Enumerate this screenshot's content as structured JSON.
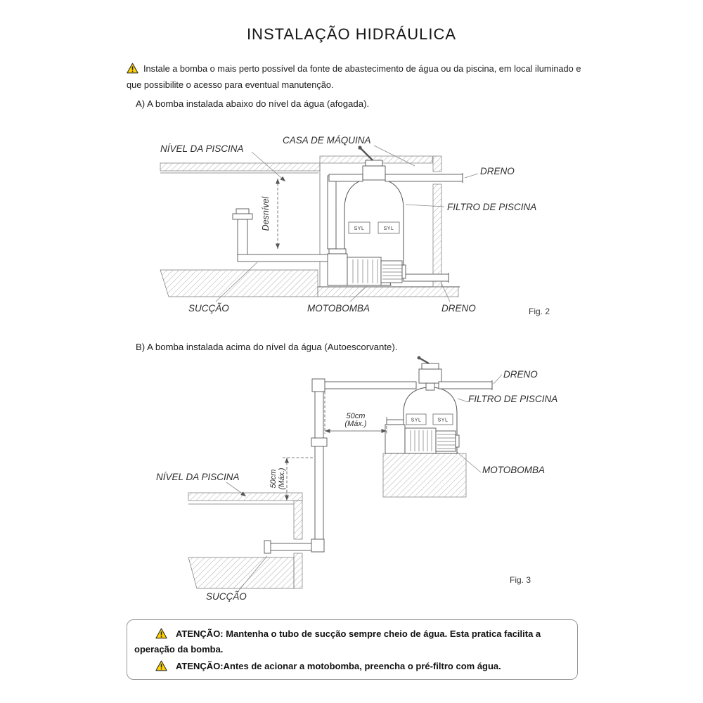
{
  "page": {
    "title": "INSTALAÇÃO HIDRÁULICA"
  },
  "intro": {
    "text": "Instale a bomba o mais perto possível da fonte de abastecimento de água ou da piscina, em local iluminado e que possibilite o acesso para eventual manutenção."
  },
  "section_a": {
    "heading": "A) A bomba instalada abaixo do nível da água (afogada).",
    "fig_caption": "Fig. 2",
    "labels": {
      "nivel_piscina": "NÍVEL DA PISCINA",
      "casa_maquina": "CASA DE MÁQUINA",
      "dreno_top": "DRENO",
      "filtro_piscina": "FILTRO DE PISCINA",
      "desnivel": "Desnível",
      "succao": "SUCÇÃO",
      "motobomba": "MOTOBOMBA",
      "dreno_bottom": "DRENO"
    }
  },
  "section_b": {
    "heading": "B) A bomba instalada acima do nível da água (Autoescorvante).",
    "fig_caption": "Fig. 3",
    "labels": {
      "dreno": "DRENO",
      "filtro_piscina": "FILTRO DE PISCINA",
      "dim_h_value": "50cm",
      "dim_h_max": "(Máx.)",
      "dim_v_value": "50cm",
      "dim_v_max": "(Máx.)",
      "nivel_piscina": "NÍVEL DA PISCINA",
      "motobomba": "MOTOBOMBA",
      "succao": "SUCÇÃO"
    }
  },
  "equipment": {
    "brand": "SYL"
  },
  "attention": {
    "item1_label": "ATENÇÃO:",
    "item1_text": " Mantenha o tubo de sucção sempre cheio de água. Esta pratica facilita a operação da bomba.",
    "item2_label": "ATENÇÃO:",
    "item2_text": "Antes de acionar a motobomba, preencha o pré-filtro com água."
  },
  "colors": {
    "warning_yellow": "#ffd400",
    "line": "#555555",
    "background": "#ffffff"
  }
}
